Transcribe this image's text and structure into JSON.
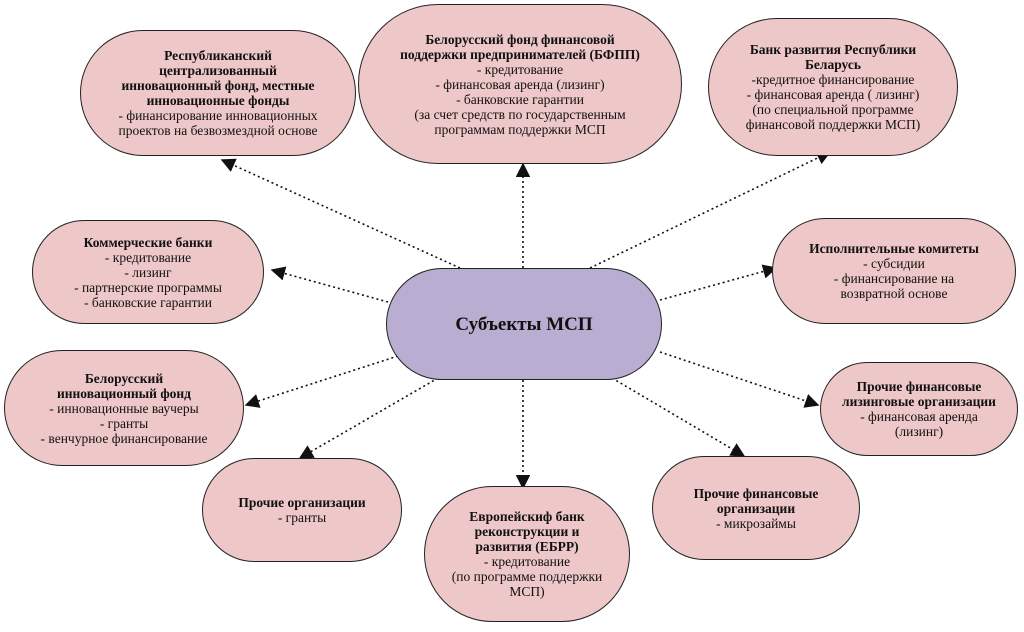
{
  "center": {
    "label": "Субъекты МСП"
  },
  "nodes": [
    {
      "id": "rif",
      "title": [
        "Республиканский",
        "централизованный",
        "инновационный фонд, местные",
        "инновационные фонды"
      ],
      "lines": [
        "- финансирование инновационных",
        "проектов на безвозмездной основе"
      ]
    },
    {
      "id": "bfpp",
      "title": [
        "Белорусский фонд финансовой",
        "поддержки предпринимателей (БФПП)"
      ],
      "lines": [
        "- кредитование",
        "- финансовая аренда (лизинг)",
        "- банковские гарантии",
        "(за счет средств по государственным",
        "программам поддержки МСП"
      ]
    },
    {
      "id": "brrb",
      "title": [
        "Банк развития Республики",
        "Беларусь"
      ],
      "lines": [
        "-кредитное финансирование",
        "-  финансовая аренда ( лизинг)",
        "(по специальной программе",
        "финансовой поддержки МСП)"
      ]
    },
    {
      "id": "commercial",
      "title": [
        "Коммерческие банки"
      ],
      "lines": [
        "- кредитование",
        "- лизинг",
        "- партнерские программы",
        "- банковские гарантии"
      ]
    },
    {
      "id": "executive",
      "title": [
        "Исполнительные комитеты"
      ],
      "lines": [
        "- субсидии",
        "- финансирование на",
        "возвратной основе"
      ]
    },
    {
      "id": "bif",
      "title": [
        "Белорусский",
        "инновационный фонд"
      ],
      "lines": [
        "- инновационные ваучеры",
        "- гранты",
        "- венчурное финансирование"
      ]
    },
    {
      "id": "leasing",
      "title": [
        "Прочие финансовые",
        "лизинговые организации"
      ],
      "lines": [
        "- финансовая аренда",
        "(лизинг)"
      ]
    },
    {
      "id": "other_org",
      "title": [
        "Прочие   организации"
      ],
      "lines": [
        "- гранты"
      ]
    },
    {
      "id": "ebrd",
      "title": [
        "Европейскиф банк",
        "реконструкции и",
        "развития (ЕБРР)"
      ],
      "lines": [
        "- кредитование",
        "(по программе поддержки",
        "МСП)"
      ]
    },
    {
      "id": "other_fin",
      "title": [
        "Прочие   финансовые",
        "организации"
      ],
      "lines": [
        "- микрозаймы"
      ]
    }
  ],
  "colors": {
    "node_fill": "#eec7c8",
    "center_fill": "#b9aed1",
    "stroke": "#222222"
  }
}
